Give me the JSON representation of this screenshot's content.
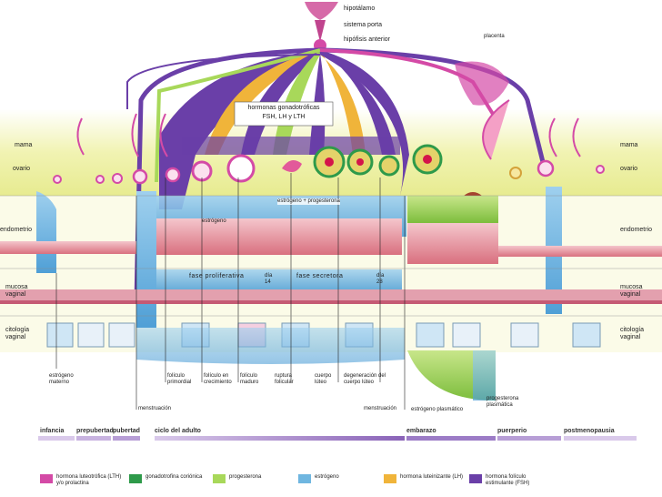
{
  "top_labels": {
    "hypothalamus": "hipotálamo",
    "portal": "sistema porta",
    "pituitary": "hipófisis anterior",
    "placenta": "placenta"
  },
  "hormones_box": {
    "line1": "hormonas gonadotróficas",
    "line2": "FSH, LH y LTH"
  },
  "row_labels_left": [
    "mama",
    "ovario",
    "endometrio",
    "mucosa vaginal",
    "citología vaginal"
  ],
  "row_labels_right": [
    "mama",
    "ovario",
    "endometrio",
    "mucosa vaginal",
    "citología vaginal"
  ],
  "inner_labels": {
    "estrogeno": "estrógeno",
    "estro_prog": "estrógeno + progesterona",
    "fase_prolif": "fase proliferativa",
    "dia14": "día 14",
    "fase_secret": "fase secretora",
    "dia28": "día 28"
  },
  "bottom_annotations": {
    "estrogeno_materno": "estrógeno materno",
    "foliculo_primordial": "folículo primordial",
    "foliculo_crecimiento": "folículo en crecimiento",
    "foliculo_maduro": "folículo maduro",
    "ruptura": "ruptura folicular",
    "cuerpo_luteo": "cuerpo lúteo",
    "degeneracion": "degeneración del cuerpo lúteo",
    "menstruacion1": "menstruación",
    "menstruacion2": "menstruación",
    "estrogeno_plasmatico": "estrógeno plasmático",
    "progesterona_plasmatica": "progesterona plasmática"
  },
  "stages": [
    "infancia",
    "prepubertad",
    "pubertad",
    "ciclo del adulto",
    "embarazo",
    "puerperio",
    "postmenopausia"
  ],
  "legend": [
    {
      "label": "hormona luteotrófica (LTH) y/o prolactina",
      "color": "#d44aa6"
    },
    {
      "label": "gonadotrofina coriónica",
      "color": "#2e9a4a"
    },
    {
      "label": "progesterona",
      "color": "#a8d85a"
    },
    {
      "label": "estrógeno",
      "color": "#6fb6e0"
    },
    {
      "label": "hormona luteinizante (LH)",
      "color": "#f0b43a"
    },
    {
      "label": "hormona folículo estimulante (FSH)",
      "color": "#6a3fa8"
    }
  ],
  "colors": {
    "lth": "#d44aa6",
    "hcg": "#2e9a4a",
    "progesterone": "#a8d85a",
    "estrogen": "#6fb6e0",
    "lh": "#f0b43a",
    "fsh": "#6a3fa8",
    "mammary_band": "#f3f4b8",
    "endometrium": "#e89aa6"
  }
}
